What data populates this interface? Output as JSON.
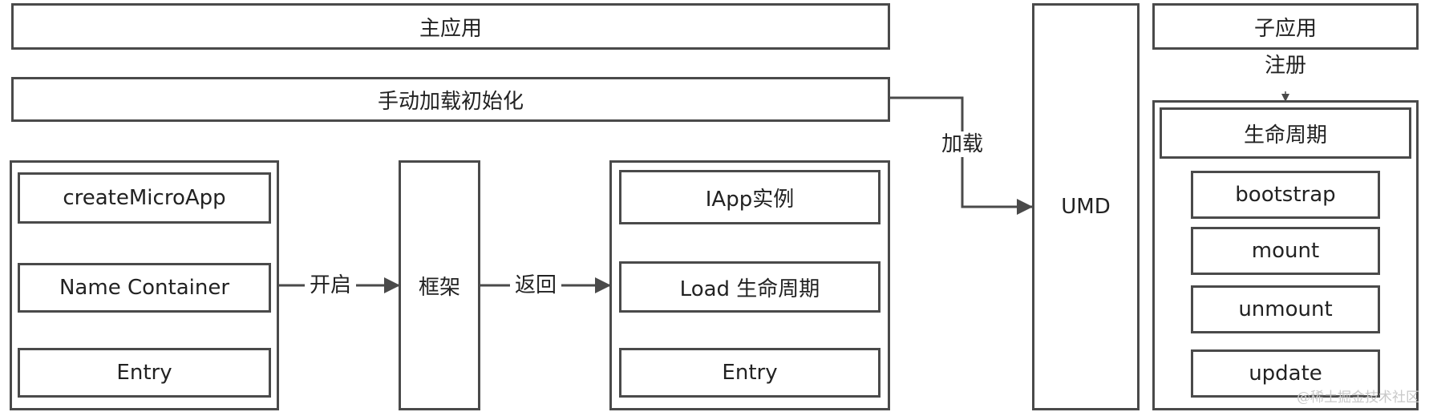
{
  "main_app": {
    "title": "主应用",
    "init": "手动加载初始化",
    "left_items": [
      "createMicroApp",
      "Name Container",
      "Entry"
    ],
    "framework": "框架",
    "right_items": [
      "IApp实例",
      "Load 生命周期",
      "Entry"
    ],
    "edge_open": "开启",
    "edge_return": "返回"
  },
  "edge_load": "加载",
  "umd": "UMD",
  "sub_app": {
    "title": "子应用",
    "register": "注册",
    "lifecycle_title": "生命周期",
    "lifecycle_items": [
      "bootstrap",
      "mount",
      "unmount",
      "update"
    ]
  },
  "watermark": "@稀土掘金技术社区"
}
